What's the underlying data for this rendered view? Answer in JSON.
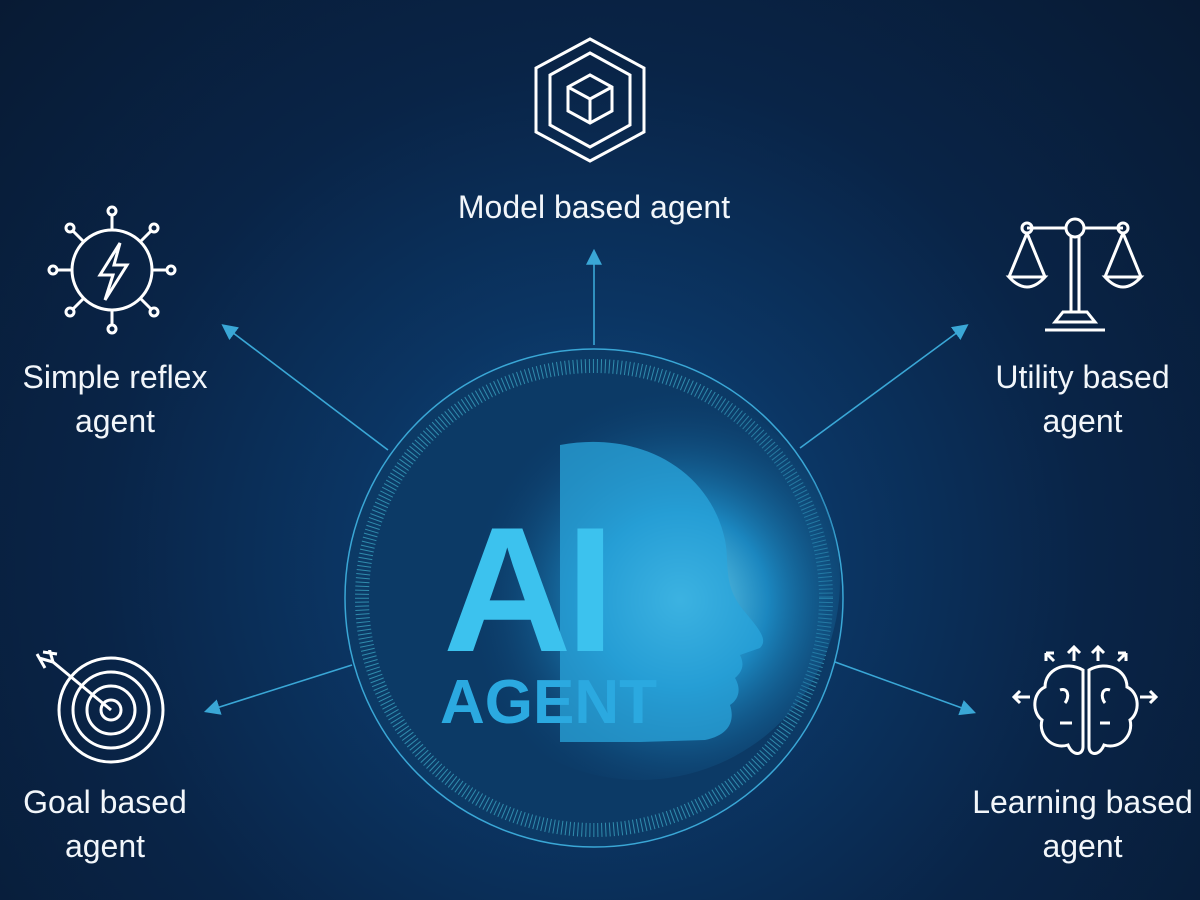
{
  "center": {
    "title": "AI",
    "subtitle": "AGENT"
  },
  "nodes": [
    {
      "id": "model",
      "label": "Model based agent",
      "icon": "cube-icon"
    },
    {
      "id": "simple",
      "label_line1": "Simple reflex",
      "label_line2": "agent",
      "icon": "lightning-virus-icon"
    },
    {
      "id": "utility",
      "label_line1": "Utility based",
      "label_line2": "agent",
      "icon": "scales-icon"
    },
    {
      "id": "goal",
      "label_line1": "Goal based",
      "label_line2": "agent",
      "icon": "target-icon"
    },
    {
      "id": "learning",
      "label_line1": "Learning based",
      "label_line2": "agent",
      "icon": "brain-icon"
    }
  ],
  "colors": {
    "accent": "#2fb4e6",
    "arrow": "#3aa7d6",
    "background": "#092447"
  }
}
